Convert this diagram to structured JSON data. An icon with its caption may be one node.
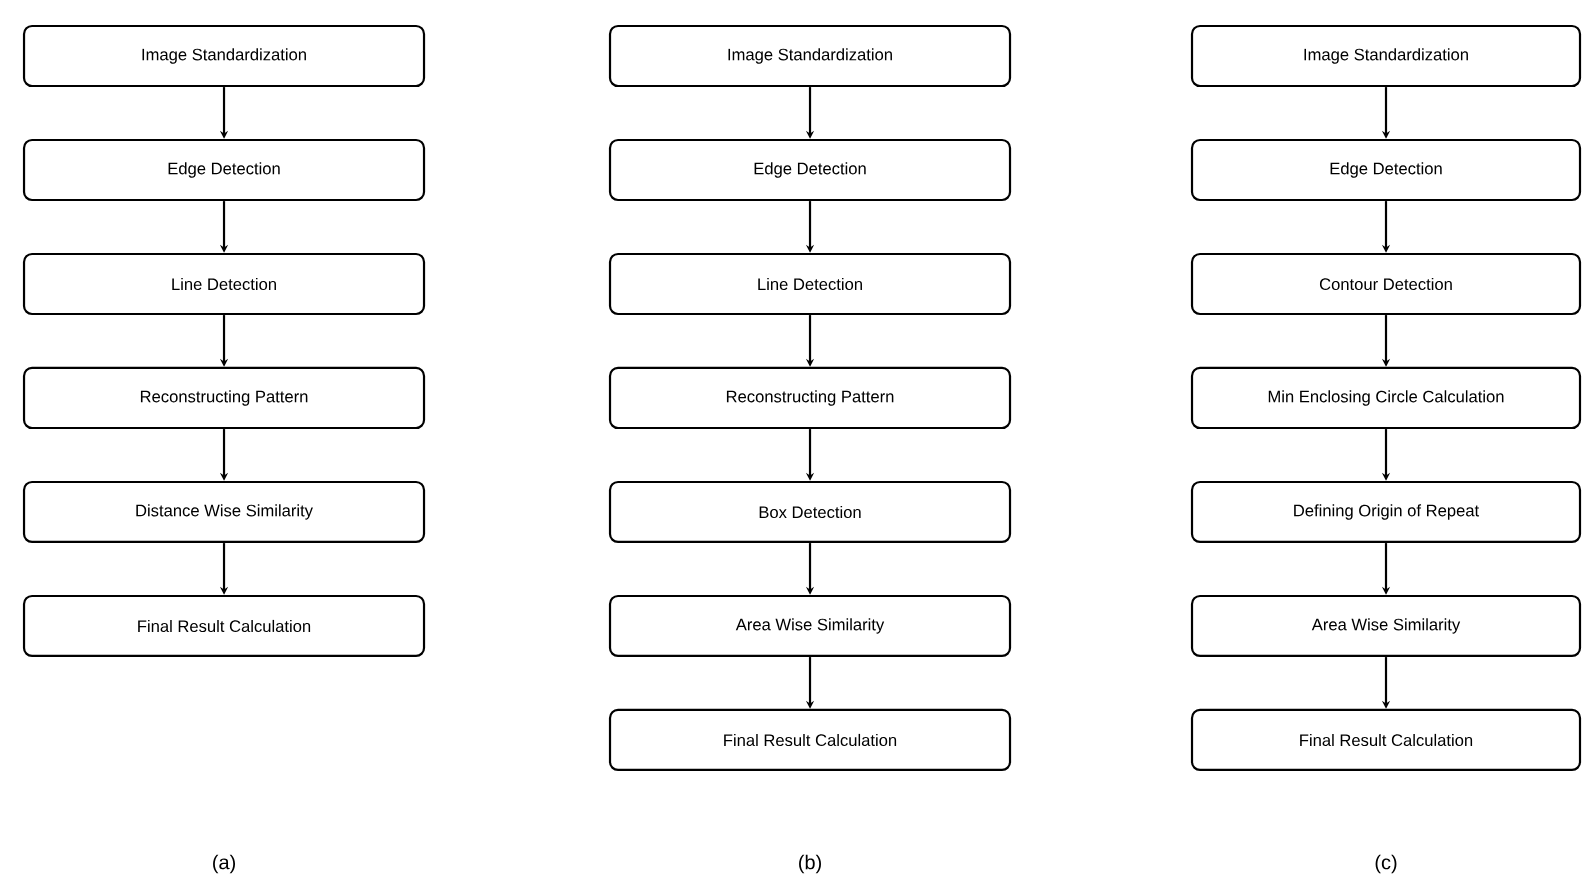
{
  "diagram": {
    "nodes": [
      {
        "text": [
          "Image Standardization"
        ]
      },
      {
        "text": [
          "Edge Detection"
        ]
      },
      {
        "text": [
          "Line Detection"
        ]
      },
      {
        "text": [
          "Reconstructing Pattern"
        ]
      },
      {
        "text": [
          "Distance Wise Similarity"
        ]
      },
      {
        "text": [
          "Final Result Calculation"
        ]
      },
      {
        "text": [
          "Image Standardization"
        ]
      },
      {
        "text": [
          "Edge Detection"
        ]
      },
      {
        "text": [
          "Line Detection"
        ]
      },
      {
        "text": [
          "Reconstructing Pattern"
        ]
      },
      {
        "text": [
          "Box Detection"
        ]
      },
      {
        "text": [
          "Area Wise Similarity"
        ]
      },
      {
        "text": [
          "Final Result Calculation"
        ]
      },
      {
        "text": [
          "Image Standardization"
        ]
      },
      {
        "text": [
          "Edge Detection"
        ]
      },
      {
        "text": [
          "Contour Detection"
        ]
      },
      {
        "text": [
          "Min Enclosing Circle Calculation"
        ]
      },
      {
        "text": [
          "Defining Origin of Repeat"
        ]
      },
      {
        "text": [
          "Area Wise Similarity"
        ]
      },
      {
        "text": [
          "Final Result Calculation"
        ]
      }
    ],
    "edges": [
      {
        "from": 0,
        "to": 1,
        "arrow": "to"
      },
      {
        "from": 1,
        "to": 2,
        "arrow": "to"
      },
      {
        "from": 2,
        "to": 3,
        "arrow": "to"
      },
      {
        "from": 3,
        "to": 4,
        "arrow": "to"
      },
      {
        "from": 4,
        "to": 5,
        "arrow": "to"
      },
      {
        "from": 6,
        "to": 7,
        "arrow": "to"
      },
      {
        "from": 7,
        "to": 8,
        "arrow": "to"
      },
      {
        "from": 8,
        "to": 9,
        "arrow": "to"
      },
      {
        "from": 9,
        "to": 10,
        "arrow": "to"
      },
      {
        "from": 10,
        "to": 11,
        "arrow": "to"
      },
      {
        "from": 11,
        "to": 12,
        "arrow": "to"
      },
      {
        "from": 13,
        "to": 14,
        "arrow": "to"
      },
      {
        "from": 14,
        "to": 15,
        "arrow": "to"
      },
      {
        "from": 15,
        "to": 16,
        "arrow": "to"
      },
      {
        "from": 16,
        "to": 17,
        "arrow": "to"
      },
      {
        "from": 17,
        "to": 18,
        "arrow": "to"
      },
      {
        "from": 18,
        "to": 19,
        "arrow": "to"
      }
    ],
    "labels": [
      "(a)",
      "(b)",
      "(c)"
    ]
  }
}
